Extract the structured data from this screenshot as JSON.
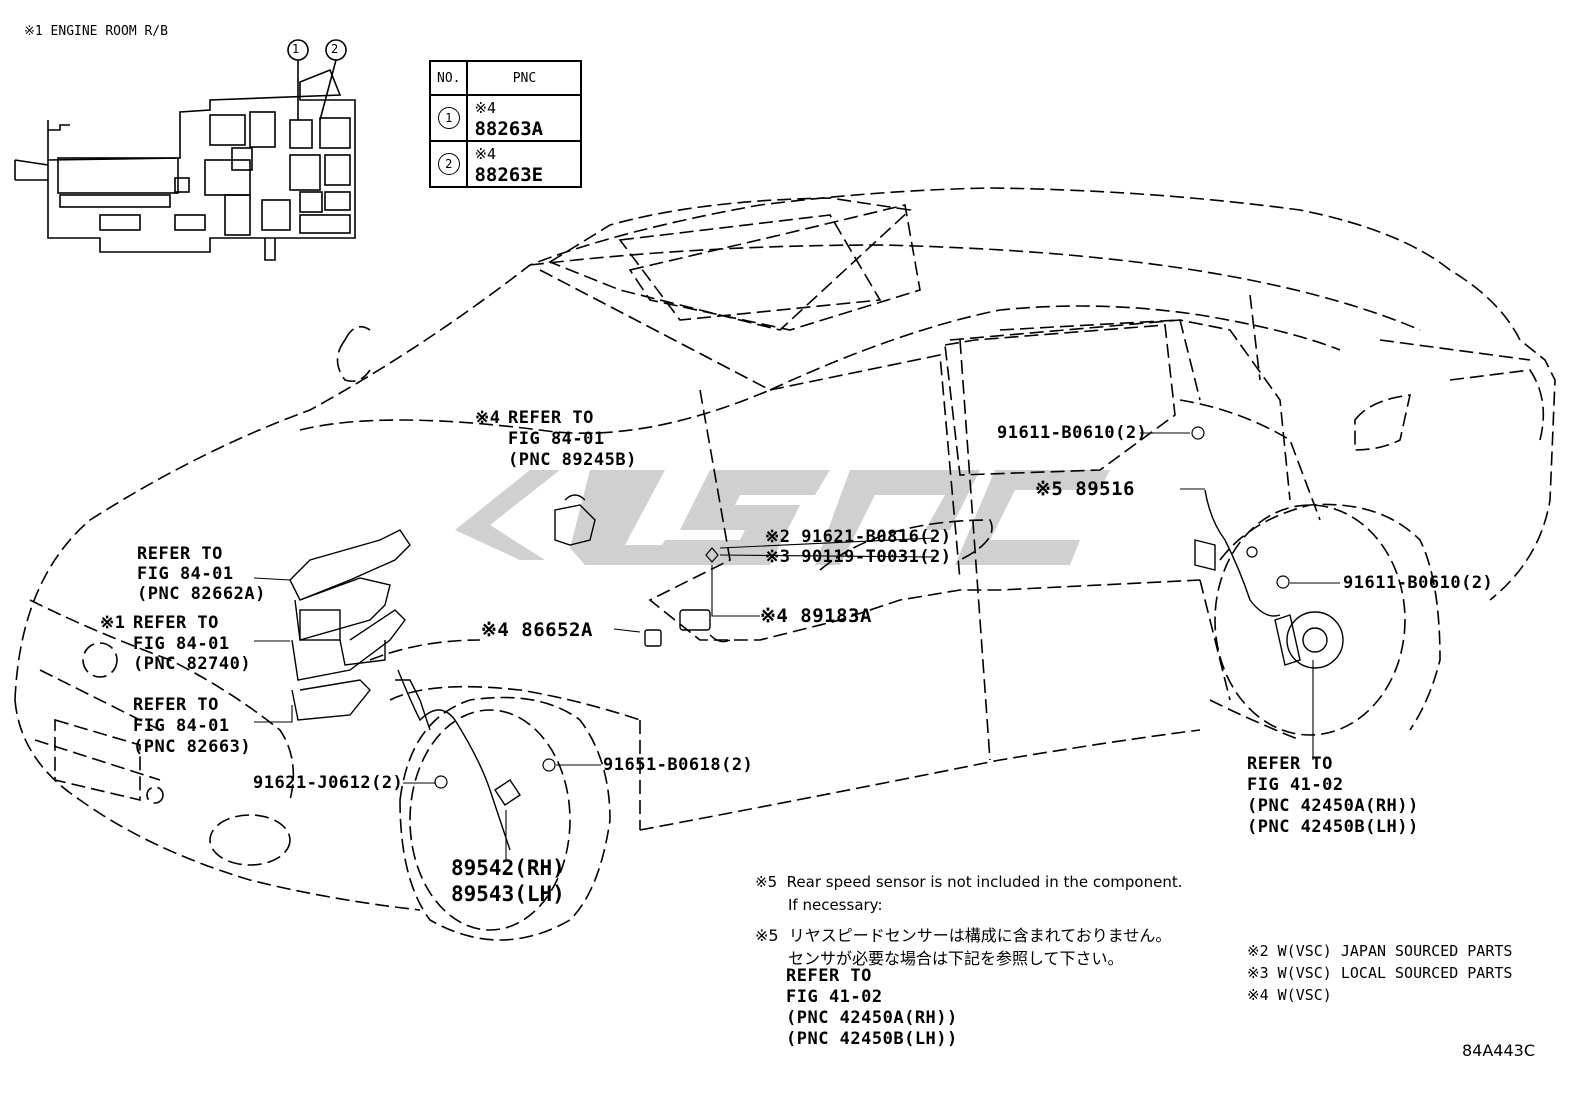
{
  "header": {
    "engine_room": "※1 ENGINE ROOM R/B"
  },
  "pnc_table": {
    "headers": [
      "NO.",
      "PNC"
    ],
    "rows": [
      {
        "no": "1",
        "mark": "※4",
        "pnc": "88263A"
      },
      {
        "no": "2",
        "mark": "※4",
        "pnc": "88263E"
      }
    ]
  },
  "callouts": {
    "ref_89245b": [
      "※4",
      "REFER TO",
      "FIG 84-01",
      "(PNC 89245B)"
    ],
    "ref_82662a": [
      "REFER TO",
      "FIG 84-01",
      "(PNC 82662A)"
    ],
    "ref_82740": [
      "※1",
      "REFER TO",
      "FIG 84-01",
      "(PNC 82740)"
    ],
    "ref_82663": [
      "REFER TO",
      "FIG 84-01",
      "(PNC 82663)"
    ],
    "part_91621_j0612": "91621-J0612(2)",
    "part_91651_b0618": "91651-B0618(2)",
    "part_89542": "89542(RH)",
    "part_89543": "89543(LH)",
    "part_86652a": "※4 86652A",
    "part_89183a": "※4 89183A",
    "part_91621_b0816": "※2 91621-B0816(2)",
    "part_90119_t0031": "※3 90119-T0031(2)",
    "part_91611_b0610_top": "91611-B0610(2)",
    "part_89516": "※5 89516",
    "part_91611_b0610_right": "91611-B0610(2)",
    "ref_42450": [
      "REFER TO",
      "FIG 41-02",
      "(PNC 42450A(RH))",
      "(PNC 42450B(LH))"
    ]
  },
  "notes": {
    "n5_en_line1": "※5  Rear speed sensor is not included in the component.",
    "n5_en_line2": "If necessary:",
    "n5_jp_line1": "※5  リヤスピードセンサーは構成に含まれておりません。",
    "n5_jp_line2": "センサが必要な場合は下記を参照して下さい。",
    "ref_lines": [
      "REFER TO",
      "FIG 41-02",
      "(PNC 42450A(RH))",
      "(PNC 42450B(LH))"
    ]
  },
  "legend": [
    "※2 W(VSC) JAPAN SOURCED PARTS",
    "※3 W(VSC) LOCAL SOURCED PARTS",
    "※4 W(VSC)"
  ],
  "figure_id": "84A443C",
  "watermark": "USC"
}
